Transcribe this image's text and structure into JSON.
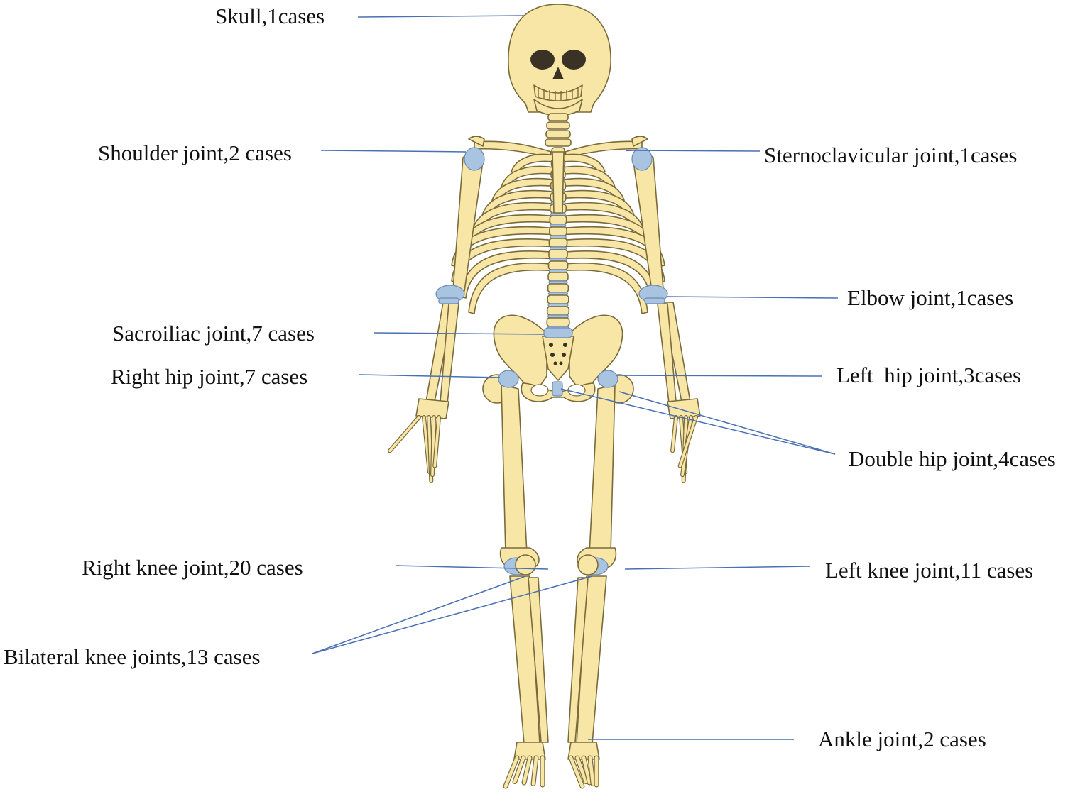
{
  "labels": {
    "skull": "Skull,1cases",
    "shoulder": "Shoulder joint,2 cases",
    "sternoclavicular": "Sternoclavicular joint,1cases",
    "elbow": "Elbow joint,1cases",
    "sacroiliac": "Sacroiliac joint,7 cases",
    "right_hip": "Right hip joint,7 cases",
    "left_hip": "Left  hip joint,3cases",
    "double_hip": "Double hip joint,4cases",
    "right_knee": "Right knee joint,20 cases",
    "left_knee": "Left knee joint,11 cases",
    "bilateral_knee": "Bilateral knee joints,13 cases",
    "ankle": "Ankle joint,2 cases"
  },
  "colors": {
    "bone_fill": "#f7e6a6",
    "bone_stroke": "#7a6a3a",
    "joint_fill": "#a9c4e0",
    "leader_line": "#4a6fb5",
    "text": "#111111"
  }
}
